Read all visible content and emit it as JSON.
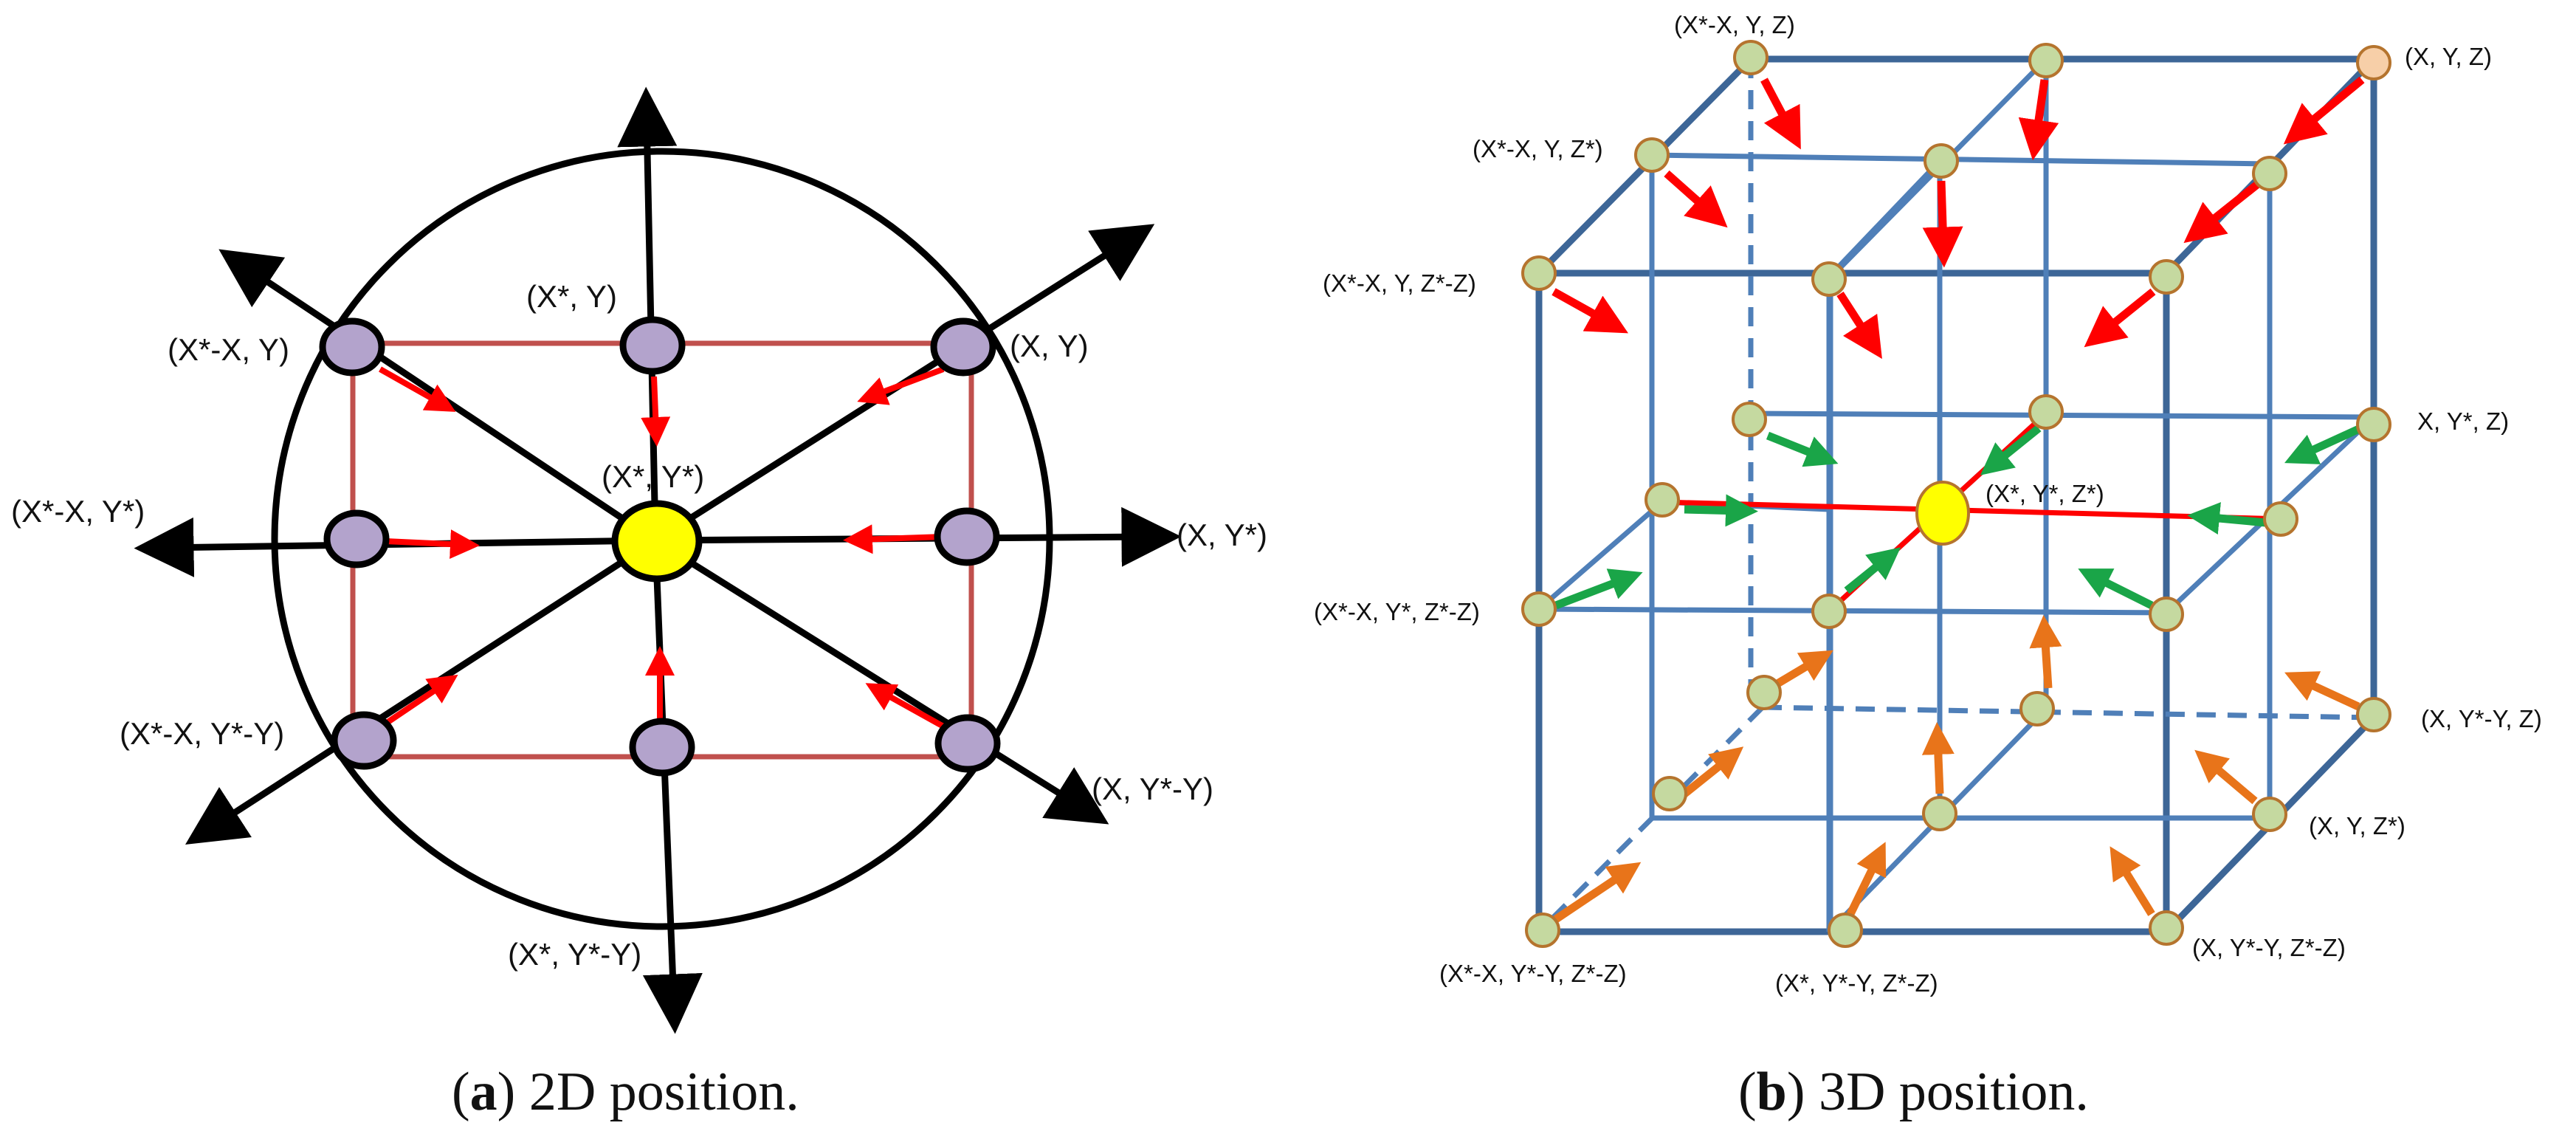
{
  "panel_a": {
    "caption_letter": "a",
    "caption_text": " 2D position.",
    "labels": {
      "top_center": "(X*, Y)",
      "top_left": "(X*-X, Y)",
      "top_right": "(X, Y)",
      "center": "(X*, Y*)",
      "left": "(X*-X, Y*)",
      "right": "(X, Y*)",
      "bottom_left": "(X*-X, Y*-Y)",
      "bottom_right": "(X, Y*-Y)",
      "bottom_center": "(X*, Y*-Y)"
    }
  },
  "panel_b": {
    "caption_letter": "b",
    "caption_text": " 3D position.",
    "labels": {
      "top_back_left": "(X*-X, Y, Z)",
      "top_back_right": "(X, Y, Z)",
      "top_mid_left": "(X*-X, Y, Z*)",
      "top_front_left": "(X*-X, Y, Z*-Z)",
      "mid_back_right": "X, Y*, Z)",
      "center": "(X*, Y*, Z*)",
      "mid_front_left": "(X*-X, Y*, Z*-Z)",
      "bot_back_right": "(X, Y*-Y, Z)",
      "bot_mid_right": "(X, Y, Z*)",
      "bot_front_right": "(X, Y*-Y, Z*-Z)",
      "bot_front_left": "(X*-X, Y*-Y, Z*-Z)",
      "bot_front_center": "(X*, Y*-Y, Z*-Z)"
    }
  },
  "colors": {
    "node_2d": "#b3a3cc",
    "center_node": "#ffff00",
    "node_3d": "#c5d9a0",
    "node_3d_corner": "#f7cfa8",
    "rect_2d": "#c0504d",
    "grid_3d": "#4f7fb8",
    "arrow_red": "#ff0000",
    "arrow_green": "#1aa548",
    "arrow_orange": "#e8741a",
    "axis": "#000000"
  }
}
